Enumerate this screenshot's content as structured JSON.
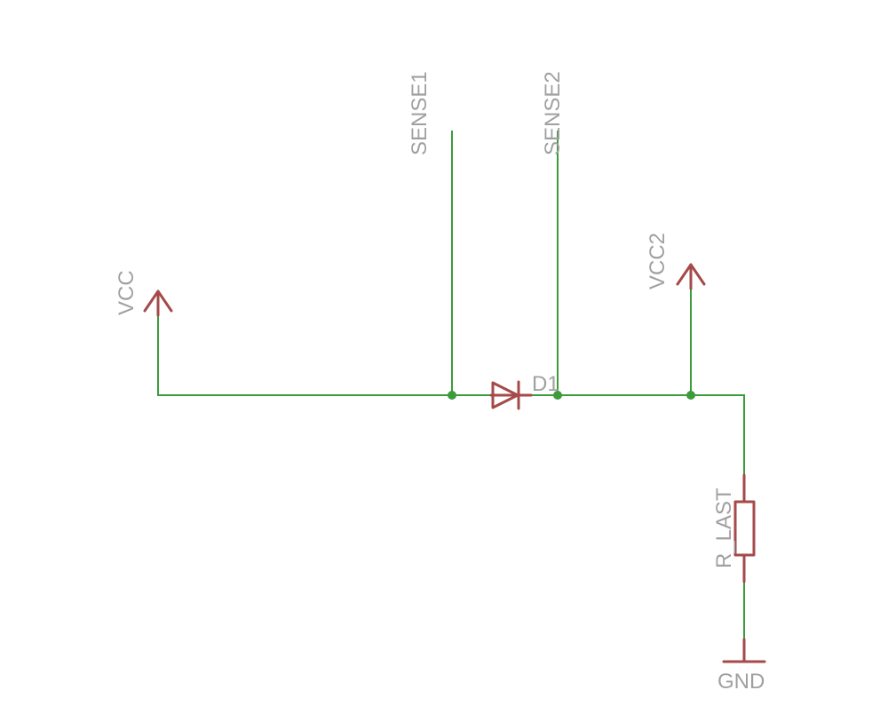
{
  "labels": {
    "vcc": "VCC",
    "sense1": "SENSE1",
    "sense2": "SENSE2",
    "vcc2": "VCC2",
    "diode": "D1",
    "resistor": "R_LAST",
    "ground": "GND"
  }
}
